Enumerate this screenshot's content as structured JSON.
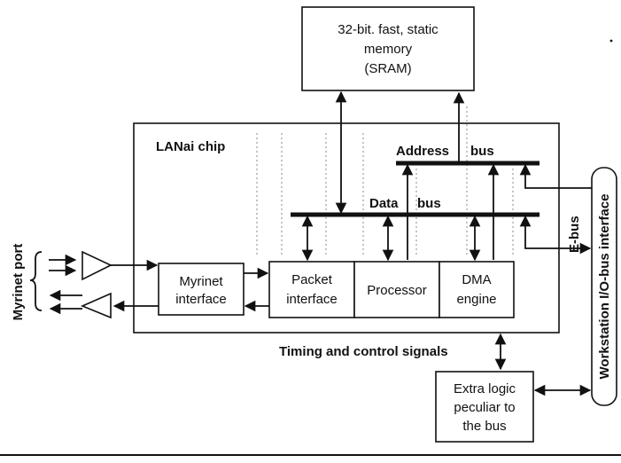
{
  "diagram": {
    "sram": {
      "line1": "32-bit. fast, static",
      "line2": "memory",
      "line3": "(SRAM)"
    },
    "chip_label": "LANai chip",
    "address_bus_label": "Address",
    "address_bus_suffix": "bus",
    "data_bus_label": "Data",
    "data_bus_suffix": "bus",
    "myrinet_interface": {
      "line1": "Myrinet",
      "line2": "interface"
    },
    "packet_interface": {
      "line1": "Packet",
      "line2": "interface"
    },
    "processor": "Processor",
    "dma_engine": {
      "line1": "DMA",
      "line2": "engine"
    },
    "timing_label": "Timing and control signals",
    "extra_logic": {
      "line1": "Extra logic",
      "line2": "peculiar to",
      "line3": "the bus"
    },
    "workstation_interface": "Workstation I/O-bus interface",
    "ebus_label": "E-bus",
    "myrinet_port": "Myrinet port"
  },
  "colors": {
    "ink": "#111111",
    "paper": "#ffffff"
  }
}
